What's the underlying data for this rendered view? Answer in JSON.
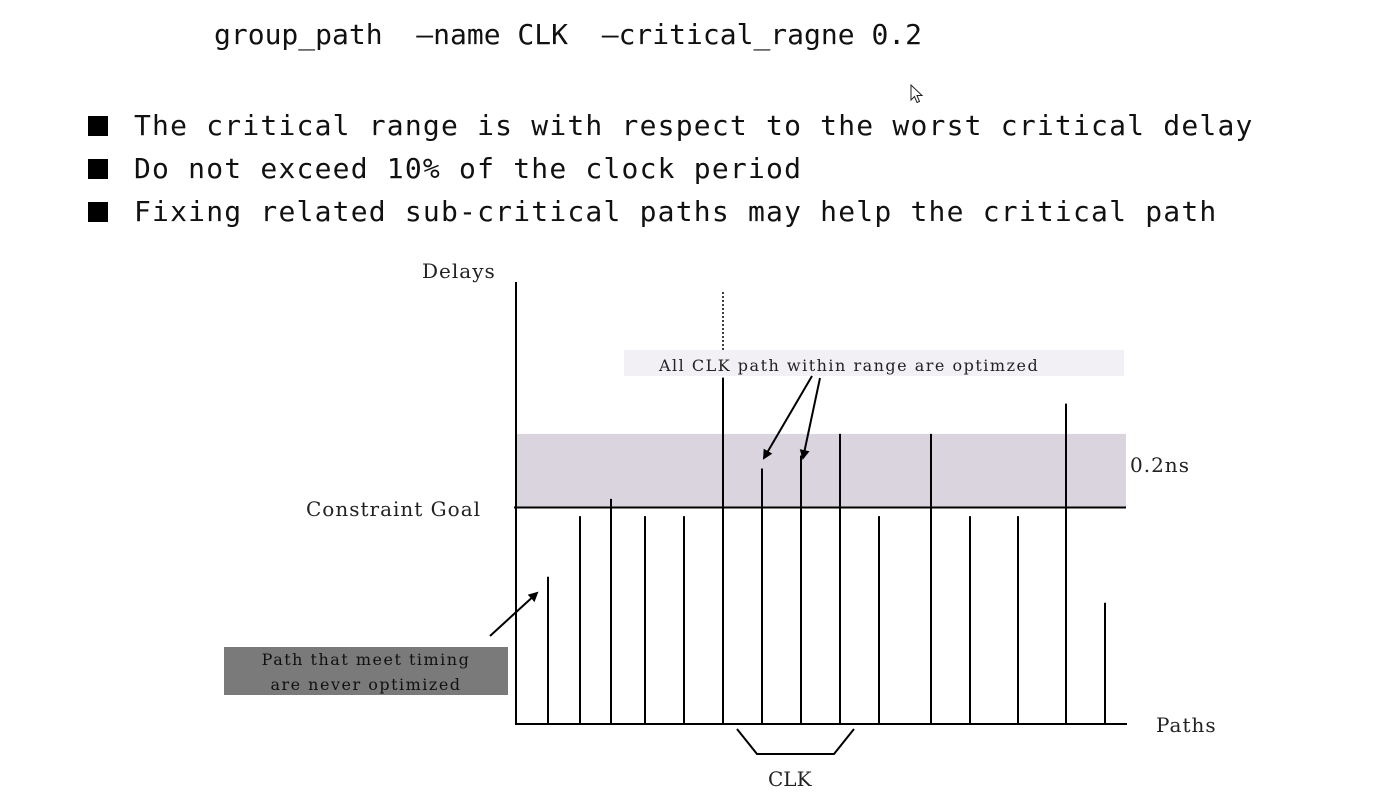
{
  "command": {
    "text": "group_path  –name CLK  –critical_ragne 0.2"
  },
  "bullets": [
    "The critical range is with respect to the worst critical delay",
    "Do not exceed 10% of the clock period",
    "Fixing related sub-critical paths may help the critical path"
  ],
  "diagram": {
    "y_axis_label": "Delays",
    "x_axis_label": "Paths",
    "constraint_label": "Constraint Goal",
    "range_label": "0.2ns",
    "range_annotation": "All CLK path within range are optimzed",
    "met_annotation_line1": "Path that meet timing",
    "met_annotation_line2": "are never optimized",
    "group_label": "CLK",
    "colors": {
      "axis": "#000000",
      "range_band": "#d9d4de",
      "range_note_bg": "#f2f0f4",
      "met_note_bg": "#7a7a7a"
    }
  },
  "chart_data": {
    "type": "bar",
    "title": "",
    "xlabel": "Paths",
    "ylabel": "Delays",
    "ylim": [
      0,
      1.0
    ],
    "constraint_goal": 0.5,
    "critical_range": [
      0.5,
      0.67
    ],
    "categories": [
      "",
      "",
      "",
      "",
      "",
      "",
      "",
      "",
      "",
      "",
      "",
      "",
      "",
      "",
      ""
    ],
    "values": [
      0.34,
      0.48,
      0.52,
      0.48,
      0.48,
      0.8,
      0.59,
      0.62,
      0.67,
      0.48,
      0.67,
      0.48,
      0.48,
      0.74,
      0.28
    ],
    "clk_group_indices": [
      5,
      6,
      7,
      8
    ]
  }
}
